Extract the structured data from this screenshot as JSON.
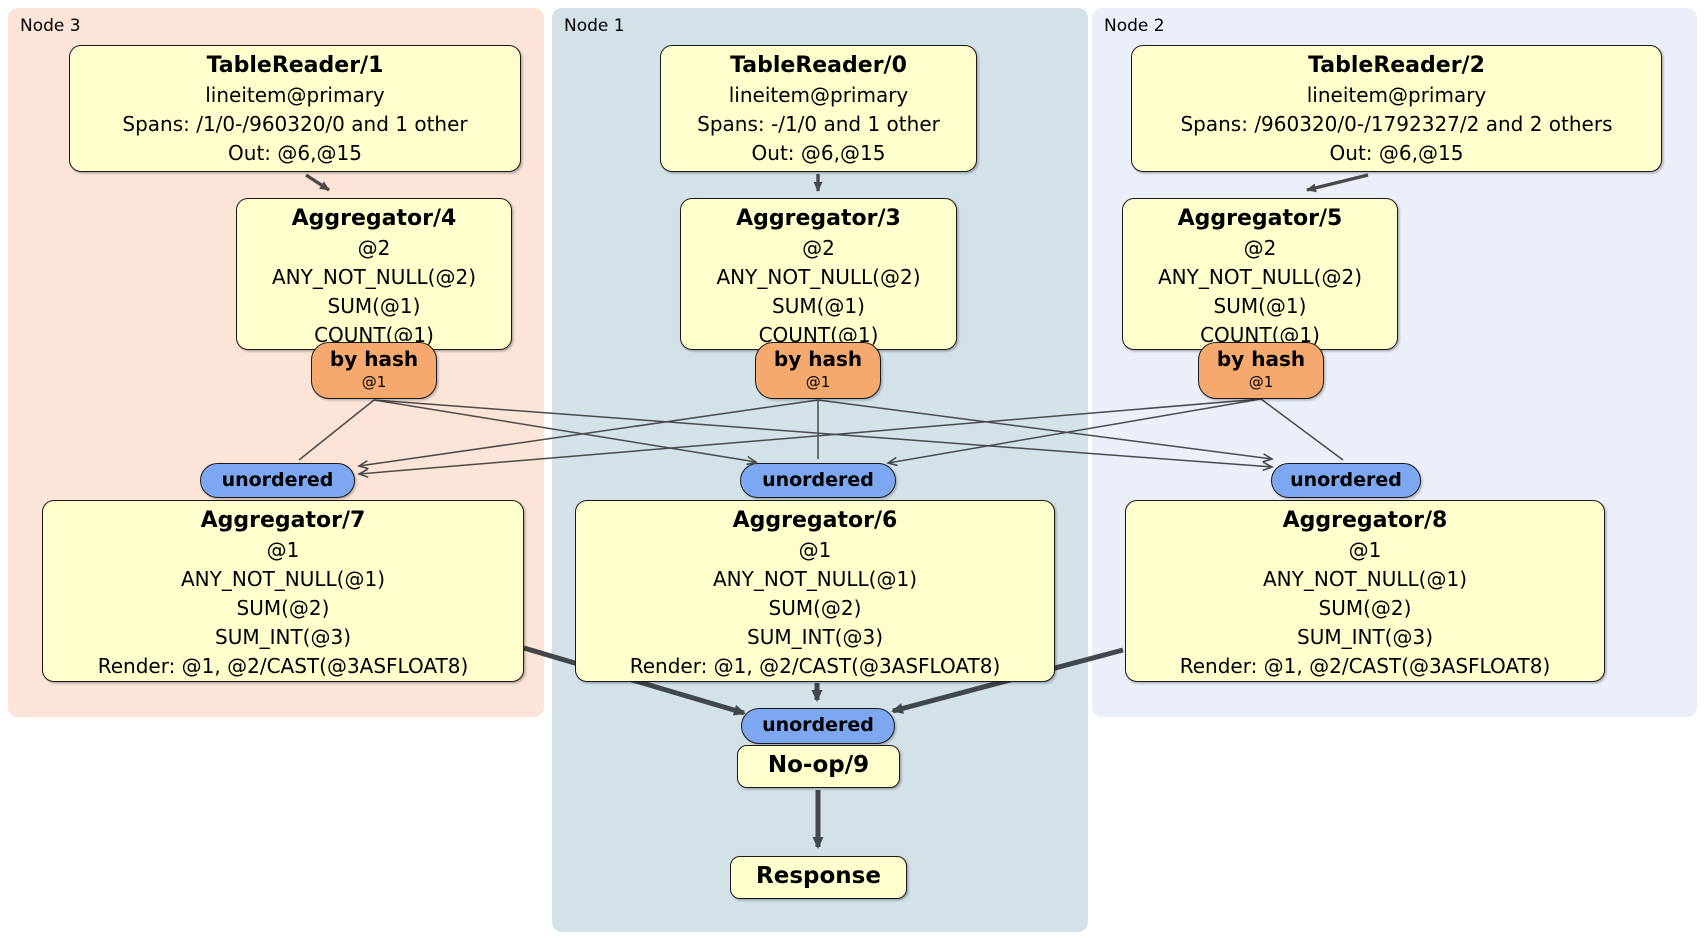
{
  "diagram_title": "distsql-plan",
  "nodes": [
    {
      "label": "Node 3",
      "color": "#fce4d8"
    },
    {
      "label": "Node 1",
      "color": "#d3e1e9"
    },
    {
      "label": "Node 2",
      "color": "#eaeff9"
    }
  ],
  "colors": {
    "processor_fill": "#ffffce",
    "router_fill": "#f6a96f",
    "sync_fill": "#7da7f1",
    "edge_thin": "#4a4a4a",
    "edge_thick": "#42474c",
    "border": "#1a1a1a"
  },
  "processors": {
    "tr1": {
      "title": "TableReader/1",
      "lines": [
        "lineitem@primary",
        "Spans: /1/0-/960320/0 and 1 other",
        "Out: @6,@15"
      ]
    },
    "tr0": {
      "title": "TableReader/0",
      "lines": [
        "lineitem@primary",
        "Spans: -/1/0 and 1 other",
        "Out: @6,@15"
      ]
    },
    "tr2": {
      "title": "TableReader/2",
      "lines": [
        "lineitem@primary",
        "Spans: /960320/0-/1792327/2 and 2 others",
        "Out: @6,@15"
      ]
    },
    "agg4": {
      "title": "Aggregator/4",
      "lines": [
        "@2",
        "ANY_NOT_NULL(@2)",
        "SUM(@1)",
        "COUNT(@1)"
      ]
    },
    "agg3": {
      "title": "Aggregator/3",
      "lines": [
        "@2",
        "ANY_NOT_NULL(@2)",
        "SUM(@1)",
        "COUNT(@1)"
      ]
    },
    "agg5": {
      "title": "Aggregator/5",
      "lines": [
        "@2",
        "ANY_NOT_NULL(@2)",
        "SUM(@1)",
        "COUNT(@1)"
      ]
    },
    "agg7": {
      "title": "Aggregator/7",
      "lines": [
        "@1",
        "ANY_NOT_NULL(@1)",
        "SUM(@2)",
        "SUM_INT(@3)",
        "Render: @1, @2/CAST(@3ASFLOAT8)"
      ]
    },
    "agg6": {
      "title": "Aggregator/6",
      "lines": [
        "@1",
        "ANY_NOT_NULL(@1)",
        "SUM(@2)",
        "SUM_INT(@3)",
        "Render: @1, @2/CAST(@3ASFLOAT8)"
      ]
    },
    "agg8": {
      "title": "Aggregator/8",
      "lines": [
        "@1",
        "ANY_NOT_NULL(@1)",
        "SUM(@2)",
        "SUM_INT(@3)",
        "Render: @1, @2/CAST(@3ASFLOAT8)"
      ]
    },
    "noop": {
      "title": "No-op/9"
    },
    "response": {
      "title": "Response"
    }
  },
  "router": {
    "label": "by hash",
    "detail": "@1"
  },
  "sync": {
    "label": "unordered"
  }
}
